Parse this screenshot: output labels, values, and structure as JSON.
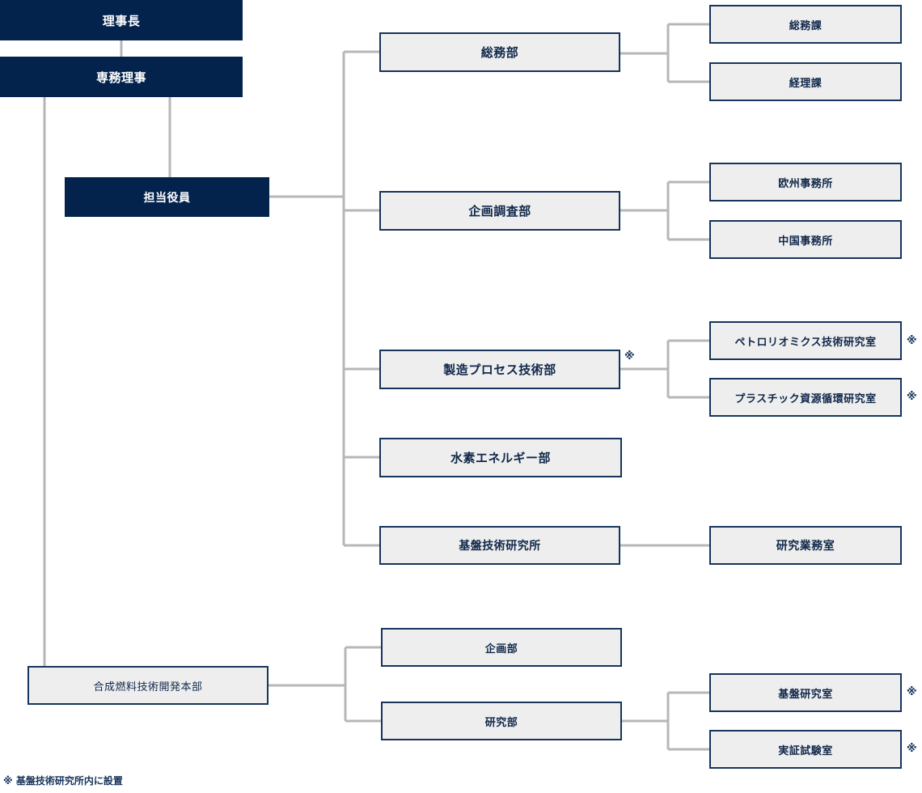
{
  "org": {
    "chairman": "理事長",
    "managing_director": "専務理事",
    "officer_in_charge": "担当役員",
    "synthetic_fuel_hq": "合成燃料技術開発本部"
  },
  "departments": {
    "general_affairs": "総務部",
    "planning_research": "企画調査部",
    "manufacturing_process": "製造プロセス技術部",
    "hydrogen_energy": "水素エネルギー部",
    "basic_tech_lab": "基盤技術研究所",
    "planning": "企画部",
    "research": "研究部"
  },
  "sections": {
    "general_affairs_section": "総務課",
    "accounting_section": "経理課",
    "europe_office": "欧州事務所",
    "china_office": "中国事務所",
    "petroleomics_lab": "ペトロリオミクス技術研究室",
    "plastic_recycling_lab": "プラスチック資源循環研究室",
    "research_affairs_office": "研究業務室",
    "basic_research_lab": "基盤研究室",
    "demonstration_lab": "実証試験室"
  },
  "note_mark": "※",
  "footnote": "※ 基盤技術研究所内に設置"
}
